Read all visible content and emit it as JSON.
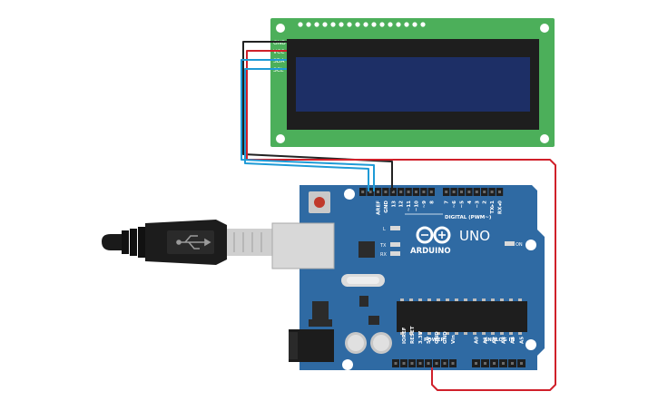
{
  "lcd": {
    "pins": [
      "GND",
      "VCC",
      "SDA",
      "SCL"
    ]
  },
  "board": {
    "logo_text": "ARDUINO",
    "model": "UNO",
    "on_label": "ON",
    "led_labels": [
      "L",
      "TX",
      "RX"
    ],
    "digital_header": {
      "title": "DIGITAL (PWM~)",
      "pins": [
        "AREF",
        "GND",
        "13",
        "12",
        "~11",
        "~10",
        "~9",
        "8",
        "7",
        "~6",
        "~5",
        "4",
        "~3",
        "2",
        "TX▸1",
        "RX◂0"
      ]
    },
    "power_header": {
      "title": "POWER",
      "pins": [
        "IOREF",
        "RESET",
        "3.3V",
        "5V",
        "GND",
        "GND",
        "Vin"
      ]
    },
    "analog_header": {
      "title": "ANALOG IN",
      "pins": [
        "A0",
        "A1",
        "A2",
        "A3",
        "A4",
        "A5"
      ]
    }
  },
  "wires": [
    {
      "name": "GND",
      "color": "#222222"
    },
    {
      "name": "VCC",
      "color": "#d0202a"
    },
    {
      "name": "SDA",
      "color": "#1e9ad6"
    },
    {
      "name": "SCL",
      "color": "#1e9ad6"
    }
  ],
  "colors": {
    "board": "#2f6aa3",
    "lcd_pcb": "#4caf5a",
    "lcd_screen": "#1d2f66",
    "lcd_bezel": "#1e1e1e"
  }
}
